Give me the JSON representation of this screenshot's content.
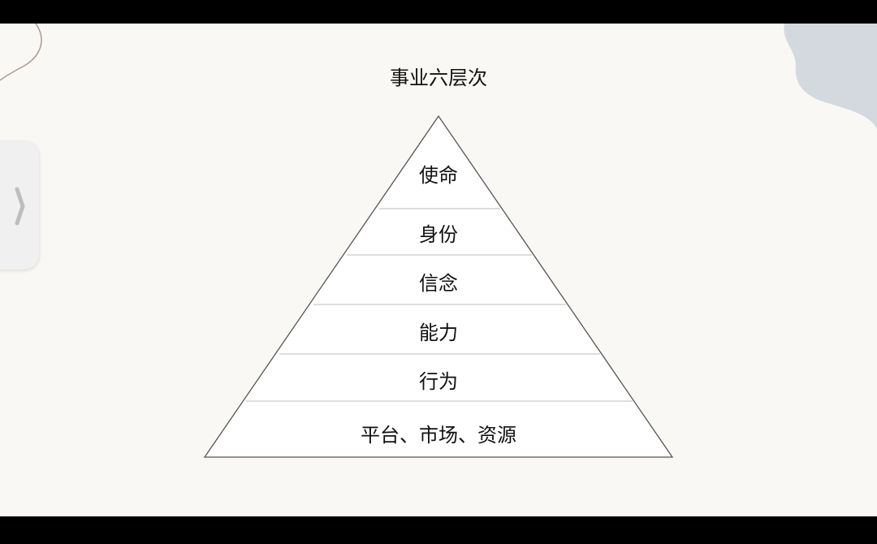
{
  "title": "事业六层次",
  "levels": [
    "使命",
    "身份",
    "信念",
    "能力",
    "行为",
    "平台、市场、资源"
  ],
  "colors": {
    "background": "#faf8f5",
    "blob": "#d3d9df",
    "line": "#444444"
  }
}
